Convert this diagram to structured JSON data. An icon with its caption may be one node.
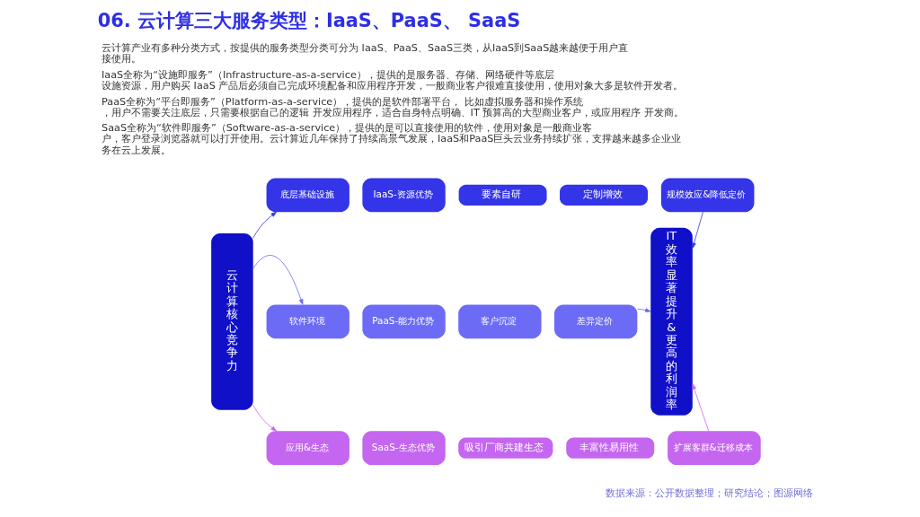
{
  "diagram": {
    "title": "06. 云计算三大服务类型：IaaS、PaaS、 SaaS",
    "caption": "数据来源：公开数据整理；研究结论；图源网络",
    "nodes": [
      {
        "text": [
          "云计算核心竞争力"
        ]
      },
      {
        "text": [
          "底层基础设施"
        ]
      },
      {
        "text": [
          "IaaS-资源优势"
        ]
      },
      {
        "text": [
          "要素自研"
        ]
      },
      {
        "text": [
          "定制增效"
        ]
      },
      {
        "text": [
          "规模效应&降低定价"
        ]
      },
      {
        "text": [
          "软件环境"
        ]
      },
      {
        "text": [
          "PaaS-能力优势"
        ]
      },
      {
        "text": [
          "客户沉淀"
        ]
      },
      {
        "text": [
          "差异定价"
        ]
      },
      {
        "text": [
          "应用&生态"
        ]
      },
      {
        "text": [
          "SaaS-生态优势"
        ]
      },
      {
        "text": [
          "吸引厂商共建生态"
        ]
      },
      {
        "text": [
          "丰富性易用性"
        ]
      },
      {
        "text": [
          "扩展客群&迁移成本"
        ]
      },
      {
        "text": [
          "IT效率显著提升&更高的利润率"
        ]
      }
    ],
    "edges": [
      {
        "from": 0,
        "to": 1,
        "arrow": "to",
        "color": "#3434e8"
      },
      {
        "from": 0,
        "to": 6,
        "arrow": "to",
        "color": "#6b6bf5"
      },
      {
        "from": 0,
        "to": 10,
        "arrow": "to",
        "color": "#c466f0"
      },
      {
        "from": 5,
        "to": 15,
        "arrow": "to",
        "color": "#3434e8"
      },
      {
        "from": 9,
        "to": 15,
        "arrow": "to",
        "color": "#6b6bf5"
      },
      {
        "from": 14,
        "to": 15,
        "arrow": "to",
        "color": "#c466f0"
      }
    ],
    "labels": [
      "云计算产业有多种分类方式，按提供的服务类型分类可分为 IaaS、PaaS、SaaS三类，从IaaS到SaaS越来越便于用户直接使用。",
      "IaaS全称为“设施即服务”（Infrastructure-as-a-service），提供的是服务器、存储、网络硬件等底层设施资源，用户购买 IaaS 产品后必须自己完成环境配备和应用程序开发，一般商业客户很难直接使用，使用对象大多是软件开发者。",
      "PaaS全称为“平台即服务”（Platform-as-a-service），提供的是软件部署平台， 比如虚拟服务器和操作系统，用户不需要关注底层，只需要根据自己的逻辑 开发应用程序，适合自身特点明确、IT 预算高的大型商业客户，或应用程序 开发商。",
      "SaaS全称为“软件即服务”（Software-as-a-service），提供的是可以直接使用的软件，使用对象是一般商业客户，客户登录浏览器就可以打开使用。云计算近几年保持了持续高景气发展，IaaS和PaaS巨头云业务持续扩张，支撑越来越多企业业务在云上发展。"
    ]
  }
}
